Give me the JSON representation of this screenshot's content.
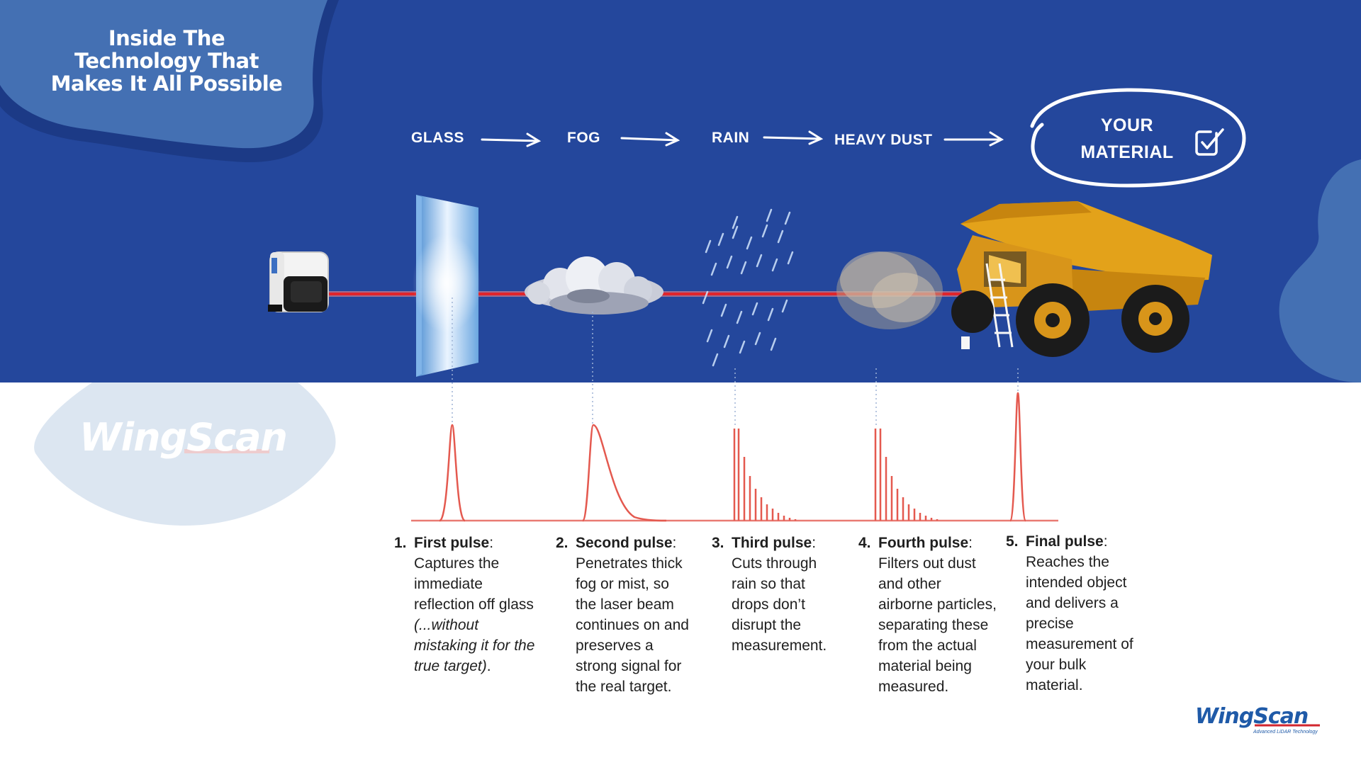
{
  "title": {
    "line1": "Inside The",
    "line2": "Technology That",
    "line3": "Makes It All Possible"
  },
  "stages": [
    "GLASS",
    "FOG",
    "RAIN",
    "HEAVY DUST"
  ],
  "target": {
    "line1": "YOUR",
    "line2": "MATERIAL",
    "icon": "checkbox-check-icon"
  },
  "pulses": [
    {
      "number": "1.",
      "heading": "First pulse",
      "text_before": "Captures the immediate reflection off glass ",
      "text_italic": "(...without mistaking it for the true target)",
      "text_after": "."
    },
    {
      "number": "2.",
      "heading": "Second pulse",
      "text_before": "Penetrates thick fog or mist, so the laser beam continues on and preserves a strong signal for the real target.",
      "text_italic": "",
      "text_after": ""
    },
    {
      "number": "3.",
      "heading": "Third pulse",
      "text_before": "Cuts through rain so that drops don’t disrupt the measurement.",
      "text_italic": "",
      "text_after": ""
    },
    {
      "number": "4.",
      "heading": "Fourth pulse",
      "text_before": "Filters out dust and other airborne particles, separating these from the actual material being measured.",
      "text_italic": "",
      "text_after": ""
    },
    {
      "number": "5.",
      "heading": "Final pulse",
      "text_before": "Reaches the intended object and delivers a precise measurement of your bulk material.",
      "text_italic": "",
      "text_after": ""
    }
  ],
  "logo": {
    "watermark": "WingScan",
    "brand": "WingScan",
    "tagline": "Advanced LiDAR Technology"
  },
  "icons": {
    "sensor": "lidar-sensor-icon",
    "glass": "glass-pane-icon",
    "fog": "fog-cloud-icon",
    "rain": "rain-drops-icon",
    "dust": "dust-cloud-icon",
    "truck": "haul-truck-icon",
    "arrow": "arrow-right-icon"
  },
  "colors": {
    "band": "#24479c",
    "laser": "#e0252b",
    "waveform": "#e4594f",
    "brand": "#1f5aa8"
  }
}
